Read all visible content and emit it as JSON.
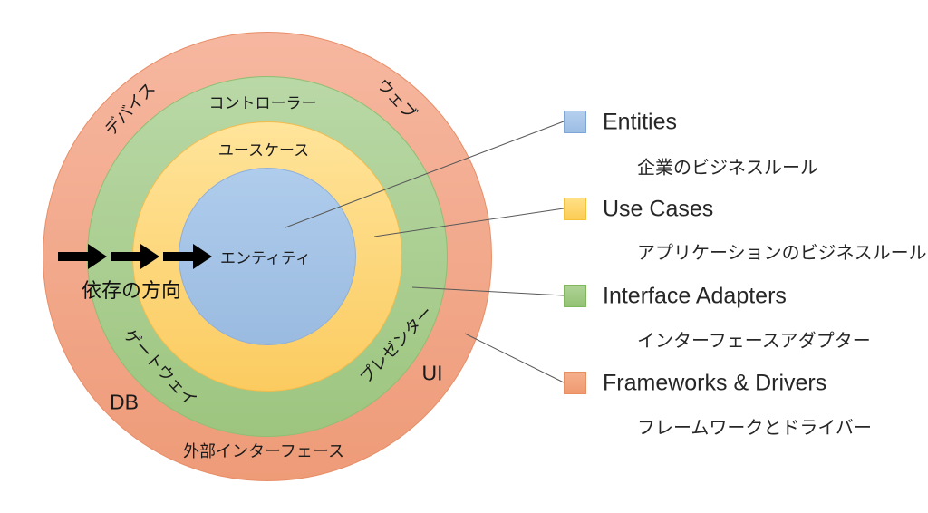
{
  "diagram": {
    "name": "clean-architecture-onion-diagram",
    "ring_labels": {
      "devices": "デバイス",
      "web": "ウェブ",
      "controllers": "コントローラー",
      "use_cases": "ユースケース",
      "entities": "エンティティ",
      "gateways": "ゲートウェイ",
      "presenters": "プレゼンター",
      "db": "DB",
      "ui": "UI",
      "external_interfaces": "外部インターフェース"
    },
    "dependency": {
      "label": "依存の方向",
      "arrow_count": 3,
      "arrow_color": "#000000"
    },
    "ring_colors": {
      "frameworks_drivers": "#F2A98C",
      "interface_adapters": "#A9CE90",
      "use_cases": "#FDD87D",
      "entities": "#A3C3E6"
    },
    "connector_line_color": "#595959"
  },
  "legend": {
    "items": [
      {
        "title": "Entities",
        "subtitle": "企業のビジネスルール",
        "color": "#A3C3E6"
      },
      {
        "title": "Use Cases",
        "subtitle": "アプリケーションのビジネスルール",
        "color": "#FDD87D"
      },
      {
        "title": "Interface Adapters",
        "subtitle": "インターフェースアダプター",
        "color": "#A9CE90"
      },
      {
        "title": "Frameworks & Drivers",
        "subtitle": "フレームワークとドライバー",
        "color": "#F2A98C"
      }
    ]
  }
}
